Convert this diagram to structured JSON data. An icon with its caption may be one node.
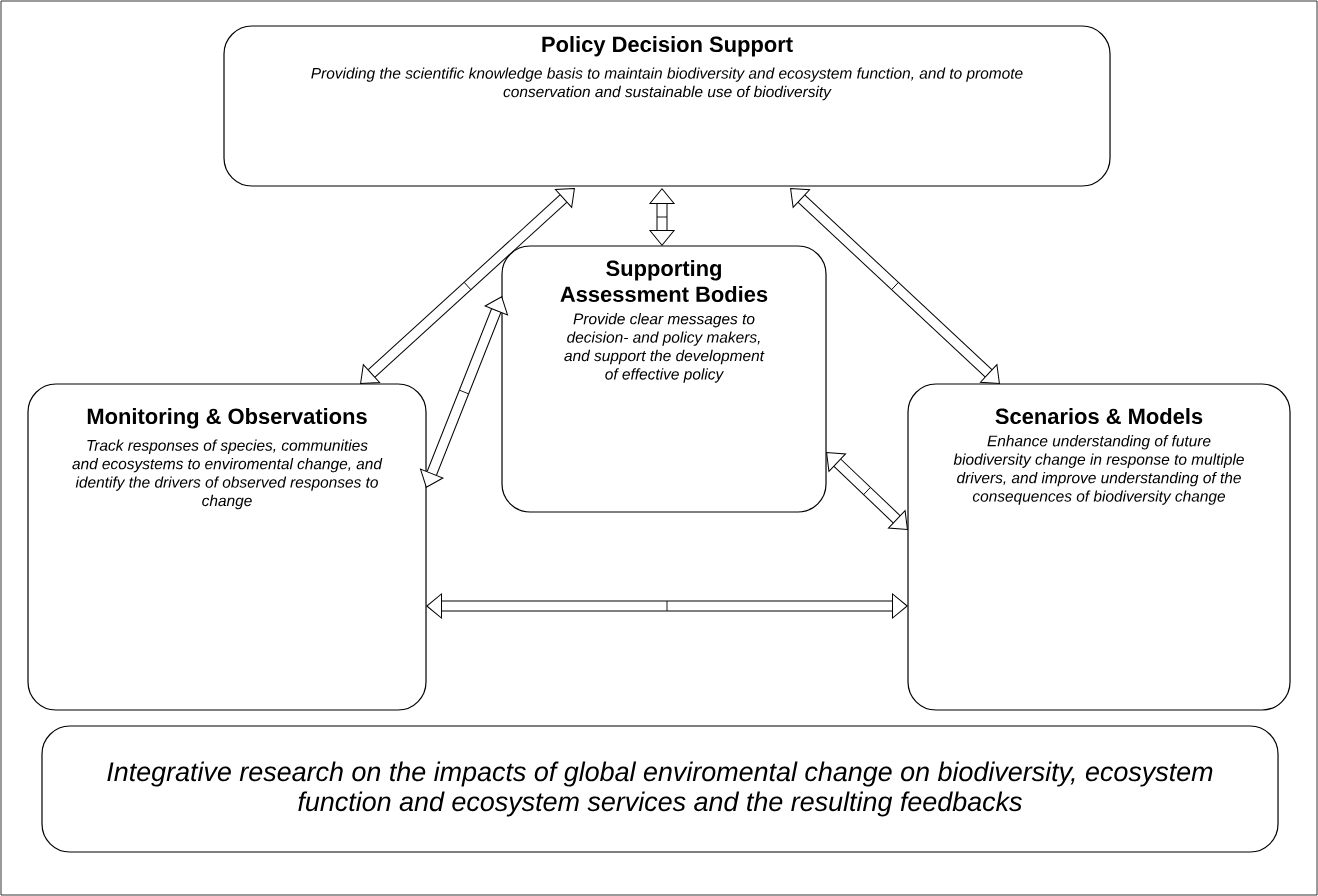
{
  "diagram": {
    "nodes": [
      {
        "text": [
          "Policy Decision Support",
          "Providing the scientific knowledge basis to maintain biodiversity and ecosystem function, and to promote conservation and sustainable use of biodiversity"
        ]
      },
      {
        "text": [
          "Supporting Assessment Bodies",
          "Provide clear messages to decision- and policy makers, and support the development of effective policy"
        ]
      },
      {
        "text": [
          "Monitoring & Observations",
          "Track responses of species, communities and ecosystems to enviromental change, and identify the drivers of observed responses to change"
        ]
      },
      {
        "text": [
          "Scenarios & Models",
          "Enhance understanding of future biodiversity change in response to multiple drivers, and improve understanding of the consequences of biodiversity change"
        ]
      },
      {
        "text": [
          "Integrative research on the impacts of global enviromental change on biodiversity, ecosystem function and ecosystem services and the resulting feedbacks"
        ]
      }
    ],
    "edges": [
      {
        "from": 0,
        "to": 2,
        "arrow": "both"
      },
      {
        "from": 0,
        "to": 1,
        "arrow": "both"
      },
      {
        "from": 0,
        "to": 3,
        "arrow": "both"
      },
      {
        "from": 2,
        "to": 1,
        "arrow": "both"
      },
      {
        "from": 1,
        "to": 3,
        "arrow": "both"
      },
      {
        "from": 2,
        "to": 3,
        "arrow": "both"
      }
    ]
  }
}
